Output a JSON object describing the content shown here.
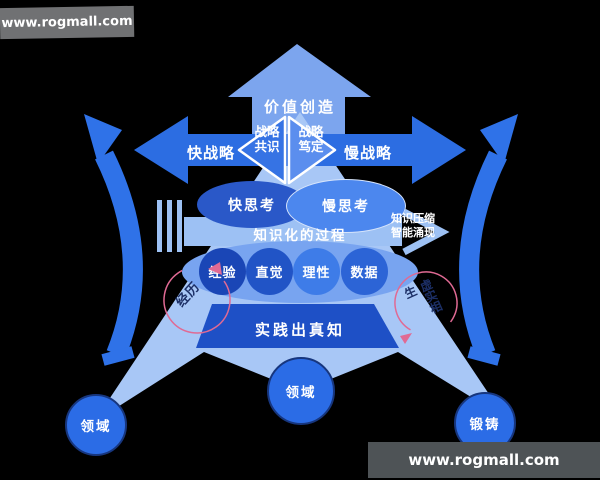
{
  "watermarks": {
    "top": "www.rogmall.com",
    "bottom": "www.rogmall.com"
  },
  "colors": {
    "arrow_light": "#7ca5ee",
    "tri_light": "#a8c7f6",
    "arrow_blue": "#2c6de2",
    "arrow_blue2": "#2f72e8",
    "diamond_left": "#3673e4",
    "diamond_right": "#5b8eee",
    "ellipse_fast": "#2a58c8",
    "ellipse_slow": "#4c87ee",
    "bar_light": "#9dc1f4",
    "ellipse_row": "#78a4f0",
    "trap_blue": "#1e50c6",
    "node_blue": "#2b6ce6",
    "pink": "#e06a94",
    "dark_text": "#1c2f66"
  },
  "diagram": {
    "top_arrow_label": "价值创造",
    "strategy_fast": "快战略",
    "strategy_slow": "慢战略",
    "diamond_left": {
      "line1": "战略",
      "line2": "共识"
    },
    "diamond_right": {
      "line1": "战略",
      "line2": "笃定"
    },
    "thinking_fast": "快思考",
    "thinking_slow": "慢思考",
    "process_bar": "知识化的过程",
    "side_note": {
      "line1": "知识压缩",
      "line2": "智能涌现"
    },
    "source_circles": [
      {
        "label": "经验",
        "color": "#1a46b6"
      },
      {
        "label": "直觉",
        "color": "#2154c6"
      },
      {
        "label": "理性",
        "color": "#3e7ce8"
      },
      {
        "label": "数据",
        "color": "#2c64d6"
      }
    ],
    "arc_left_label": "经历",
    "arc_right_label": "虚实相生",
    "practice_label": "实践出真知",
    "node_bottom_left": "领域",
    "node_bottom_center": "领域",
    "node_bottom_right": "锻铸"
  }
}
